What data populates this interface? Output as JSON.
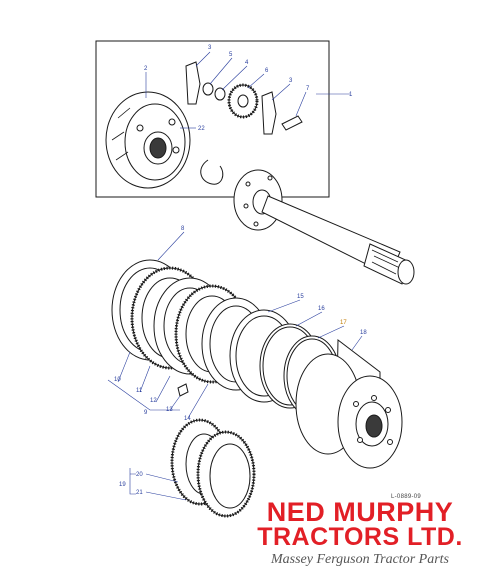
{
  "brand": {
    "line1": "NED MURPHY",
    "line2": "TRACTORS LTD.",
    "tagline": "Massey Ferguson Tractor Parts",
    "color": "#e21f26"
  },
  "reference_code": "L-0889-09",
  "callouts": {
    "c1": "1",
    "c2": "2",
    "c3a": "3",
    "c3b": "3",
    "c4": "4",
    "c5": "5",
    "c6": "6",
    "c7": "7",
    "c8": "8",
    "c9": "9",
    "c10": "10",
    "c11": "11",
    "c12": "12",
    "c13": "13",
    "c14": "14",
    "c15": "15",
    "c16": "16",
    "c17": "17",
    "c18": "18",
    "c19": "19",
    "c20": "20",
    "c21": "21",
    "c22": "22"
  },
  "colors": {
    "callout": "#2a3f9e",
    "callout_highlight": "#c07a00"
  }
}
